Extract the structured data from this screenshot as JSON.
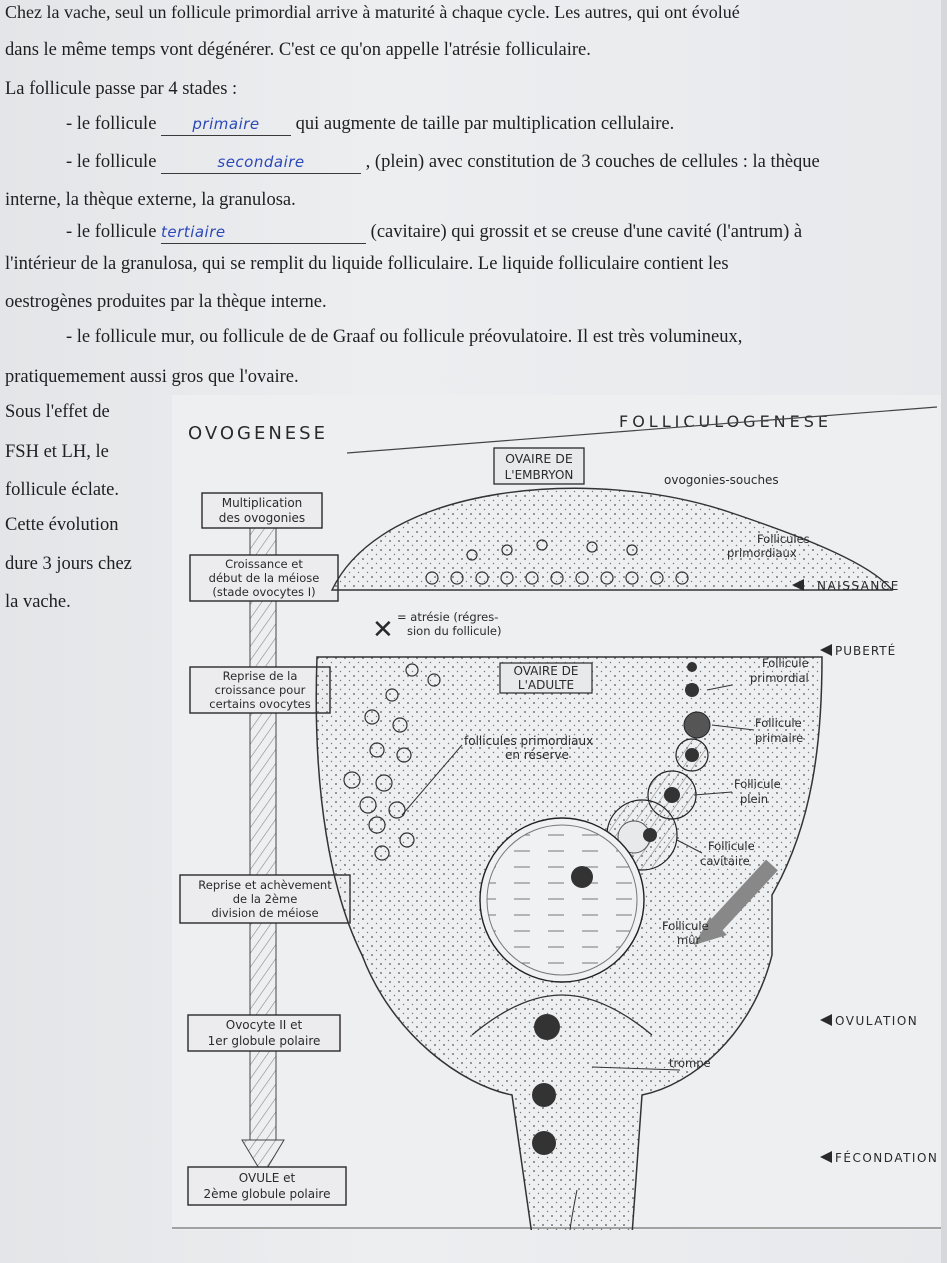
{
  "paragraph1": {
    "line1": "Chez la vache, seul un follicule primordial arrive à maturité à chaque cycle. Les autres, qui ont évolué",
    "line2": "dans le même temps vont dégénérer. C'est ce qu'on appelle l'atrésie folliculaire."
  },
  "stages_intro": "La follicule passe par 4 stades :",
  "stage1": {
    "prefix": "- le follicule",
    "answer": "primaire",
    "suffix": "qui augmente de taille par multiplication cellulaire."
  },
  "stage2": {
    "prefix": "- le follicule",
    "answer": "secondaire",
    "suffix": ", (plein) avec constitution de 3 couches de cellules : la thèque",
    "cont": "interne, la thèque externe, la granulosa."
  },
  "stage3": {
    "prefix": "- le follicule",
    "answer": "tertiaire",
    "suffix": "(cavitaire) qui grossit et se creuse d'une cavité (l'antrum) à",
    "cont1": "l'intérieur de la granulosa, qui se remplit du liquide folliculaire. Le liquide folliculaire contient les",
    "cont2": "oestrogènes produites par la thèque interne."
  },
  "stage4": {
    "line1": "- le follicule mur, ou follicule de de Graaf ou follicule préovulatoire. Il est très volumineux,",
    "line2": "pratiquemement aussi gros que l'ovaire."
  },
  "side_text": [
    "Sous l'effet de",
    "FSH et LH, le",
    "follicule éclate.",
    "Cette évolution",
    "dure 3 jours chez",
    "la vache."
  ],
  "figure": {
    "title_left": "OVOGENESE",
    "title_right": "FOLLICULOGENESE",
    "ovaire_embryon": [
      "OVAIRE DE",
      "L'EMBRYON"
    ],
    "ovaire_adulte": [
      "OVAIRE DE",
      "L'ADULTE"
    ],
    "ovogonies_souches": "ovogonies-souches",
    "follicules_primordiaux_top": [
      "Follicules",
      "primordiaux"
    ],
    "naissance": "NAISSANCE",
    "puberte": "PUBERTÉ",
    "ovulation": "OVULATION",
    "fecondation": "FÉCONDATION",
    "atresie": [
      "= atrésie (régres-",
      "sion du follicule)"
    ],
    "reserve": [
      "follicules primordiaux",
      "en réserve"
    ],
    "stages": [
      [
        "Follicule",
        "primordial"
      ],
      [
        "Follicule",
        "primaire"
      ],
      [
        "Follicule",
        "plein"
      ],
      [
        "Follicule",
        "cavitaire"
      ],
      [
        "Follicule",
        "mûr"
      ]
    ],
    "trompe": "trompe",
    "ovo_boxes": [
      [
        "Multiplication",
        "des ovogonies"
      ],
      [
        "Croissance et",
        "début de la méiose",
        "(stade ovocytes I)"
      ],
      [
        "Reprise de la",
        "croissance pour",
        "certains ovocytes"
      ],
      [
        "Reprise et achèvement",
        "de la 2ème",
        "division de méiose"
      ],
      [
        "Ovocyte II et",
        "1er globule polaire"
      ],
      [
        "OVULE et",
        "2ème globule polaire"
      ]
    ]
  }
}
